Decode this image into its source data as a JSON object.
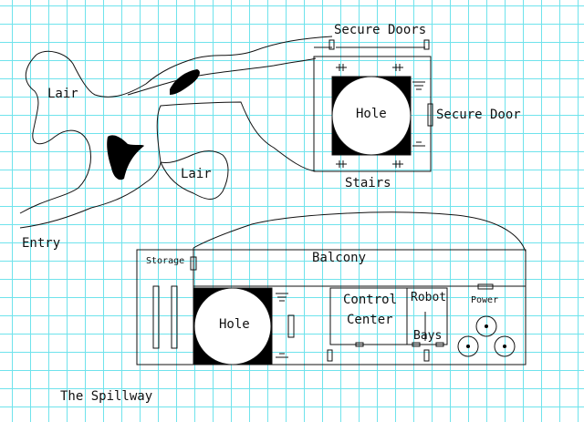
{
  "map": {
    "colors": {
      "grid": "#6fe3ec",
      "ink": "#111111",
      "paper": "#ffffff"
    },
    "labels": {
      "lair_left": "Lair",
      "lair_right": "Lair",
      "entry": "Entry",
      "secure_doors": "Secure Doors",
      "secure_door": "Secure Door",
      "hole_upper": "Hole",
      "stairs": "Stairs",
      "storage": "Storage",
      "balcony": "Balcony",
      "hole_lower": "Hole",
      "control_line1": "Control",
      "control_line2": "Center",
      "robot": "Robot",
      "bays": "Bays",
      "power": "Power",
      "caption": "The Spillway"
    }
  }
}
